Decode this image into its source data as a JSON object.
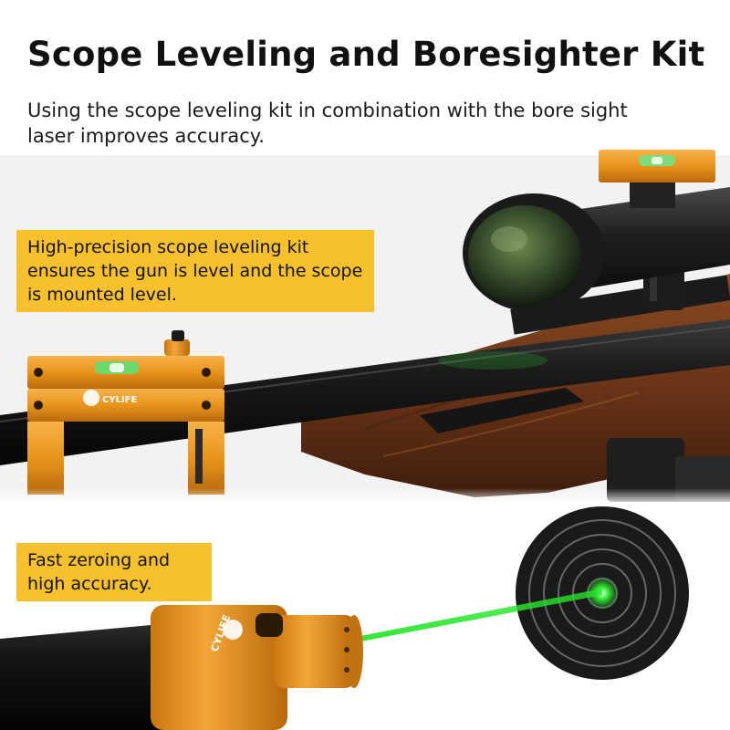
{
  "title": "Scope Leveling and Boresighter Kit",
  "subtitle": "Using the scope leveling kit in combination with the bore sight laser improves accuracy.",
  "callouts": {
    "leveling": "High-precision scope leveling kit ensures the gun is level and the scope is mounted level.",
    "zeroing": "Fast zeroing and high accuracy."
  },
  "brand": {
    "logo_text": "CYLIFE"
  },
  "colors": {
    "callout_bg": "#f6c12d",
    "anodized_orange": "#e8941c",
    "laser_green": "#27e62a",
    "stock_wood": "#6a3418",
    "barrel_black": "#121212"
  }
}
